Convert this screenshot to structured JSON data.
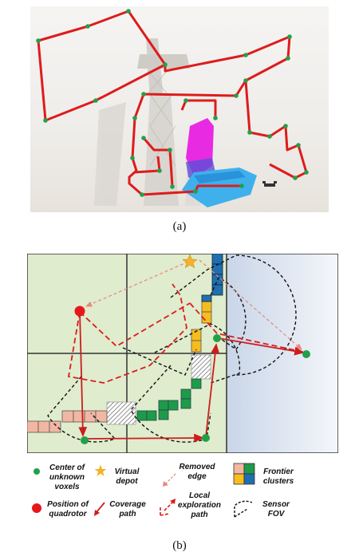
{
  "captions": {
    "a": "(a)",
    "b": "(b)"
  },
  "legend": {
    "center": [
      "Center of",
      "unknown",
      "voxels"
    ],
    "depot": [
      "Virtual",
      "depot"
    ],
    "removed": [
      "Removed",
      "edge"
    ],
    "frontier": [
      "Frontier",
      "clusters"
    ],
    "position": [
      "Position of",
      "quadrotor"
    ],
    "coverage": [
      "Coverage",
      "path"
    ],
    "local": [
      "Local",
      "exploration",
      "path"
    ],
    "fov": [
      "Sensor",
      "FOV"
    ]
  },
  "colors": {
    "path_red": "#dd1c1c",
    "node_green": "#23a047",
    "node_red": "#e8161b",
    "star": "#f4b12a",
    "cell_pink": "#f2b7a3",
    "cell_green": "#1e9b4a",
    "cell_yellow": "#f7bc1d",
    "cell_blue": "#1f6fb0",
    "grid_bg": "#dfeccd",
    "magenta": "#e82be3",
    "cyan": "#3eb0ec"
  }
}
